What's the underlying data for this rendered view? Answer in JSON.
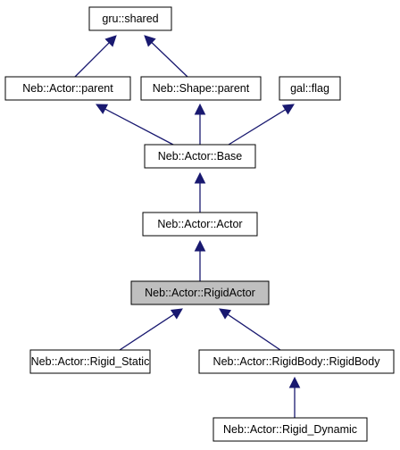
{
  "diagram": {
    "nodes": [
      {
        "id": "gru_shared",
        "label": "gru::shared"
      },
      {
        "id": "neb_actor_parent",
        "label": "Neb::Actor::parent"
      },
      {
        "id": "neb_shape_parent",
        "label": "Neb::Shape::parent"
      },
      {
        "id": "gal_flag",
        "label": "gal::flag"
      },
      {
        "id": "neb_actor_base",
        "label": "Neb::Actor::Base"
      },
      {
        "id": "neb_actor_actor",
        "label": "Neb::Actor::Actor"
      },
      {
        "id": "neb_actor_rigidactor",
        "label": "Neb::Actor::RigidActor",
        "highlight": true
      },
      {
        "id": "neb_actor_rigid_static",
        "label": "Neb::Actor::Rigid_Static"
      },
      {
        "id": "neb_actor_rigidbody_rigidbody",
        "label": "Neb::Actor::RigidBody::RigidBody"
      },
      {
        "id": "neb_actor_rigid_dynamic",
        "label": "Neb::Actor::Rigid_Dynamic"
      }
    ],
    "edges": [
      {
        "from": "neb_actor_parent",
        "to": "gru_shared"
      },
      {
        "from": "neb_shape_parent",
        "to": "gru_shared"
      },
      {
        "from": "neb_actor_base",
        "to": "neb_actor_parent"
      },
      {
        "from": "neb_actor_base",
        "to": "neb_shape_parent"
      },
      {
        "from": "neb_actor_base",
        "to": "gal_flag"
      },
      {
        "from": "neb_actor_actor",
        "to": "neb_actor_base"
      },
      {
        "from": "neb_actor_rigidactor",
        "to": "neb_actor_actor"
      },
      {
        "from": "neb_actor_rigid_static",
        "to": "neb_actor_rigidactor"
      },
      {
        "from": "neb_actor_rigidbody_rigidbody",
        "to": "neb_actor_rigidactor"
      },
      {
        "from": "neb_actor_rigid_dynamic",
        "to": "neb_actor_rigidbody_rigidbody"
      }
    ],
    "colors": {
      "edge": "#191970",
      "node_border": "#000000",
      "node_fill": "#ffffff",
      "highlight_fill": "#bfbfbf"
    }
  }
}
